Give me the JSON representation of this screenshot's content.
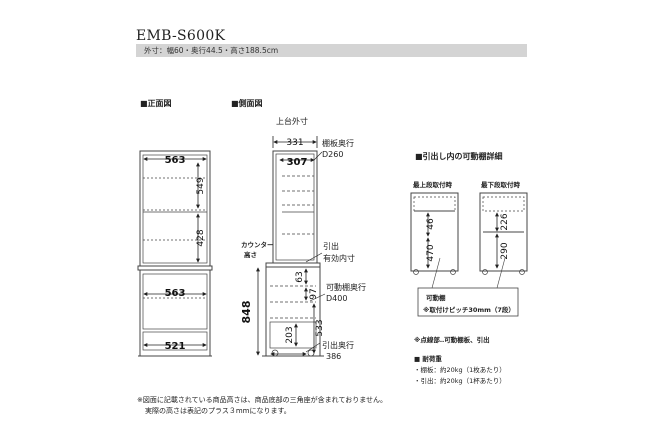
{
  "header": {
    "model": "EMB-S600K",
    "spec": "外寸：幅60・奥行44.5・高さ188.5cm"
  },
  "front": {
    "title": "■正面図",
    "dims": {
      "w_upper": "563",
      "h_upper1": "549",
      "h_upper2": "428",
      "w_lower": "563",
      "w_base": "521"
    }
  },
  "side": {
    "title": "■側面図",
    "top_outer_label": "上台外寸",
    "top_outer": "331",
    "shelf_depth_w": "307",
    "shelf_depth_label": "棚板奥行",
    "shelf_depth_val": "D260",
    "counter_label1": "カウンター",
    "counter_label2": "高さ",
    "counter_h": "848",
    "drawer_inner_label1": "引出",
    "drawer_inner_label2": "有効内寸",
    "inner_h1": "63",
    "inner_h2": "97",
    "movable_depth_label": "可動棚奥行",
    "movable_depth_val": "D400",
    "lower_h": "533",
    "lower_inner": "203",
    "drawer_depth_label": "引出奥行",
    "drawer_depth_val": "386"
  },
  "detail": {
    "title": "■引出し内の可動棚詳細",
    "top_label": "最上段取付時",
    "bottom_label": "最下段取付時",
    "top_dims": {
      "a": "46",
      "b": "470"
    },
    "bottom_dims": {
      "a": "226",
      "b": "290"
    },
    "shelf_box_title": "可動棚",
    "shelf_box_note": "※取付けピッチ30mm（7段）"
  },
  "legend": {
    "dotted": "※点線部‥可動棚板、引出",
    "load_title": "■ 耐荷重",
    "load1": "・棚板：約20kg（1枚あたり）",
    "load2": "・引出：約20kg（1杯あたり）"
  },
  "footnote": {
    "line1": "※図面に記載されている商品高さは、商品底部の三角座が含まれておりません。",
    "line2": "実際の高さは表記のプラス３mmになります。"
  }
}
